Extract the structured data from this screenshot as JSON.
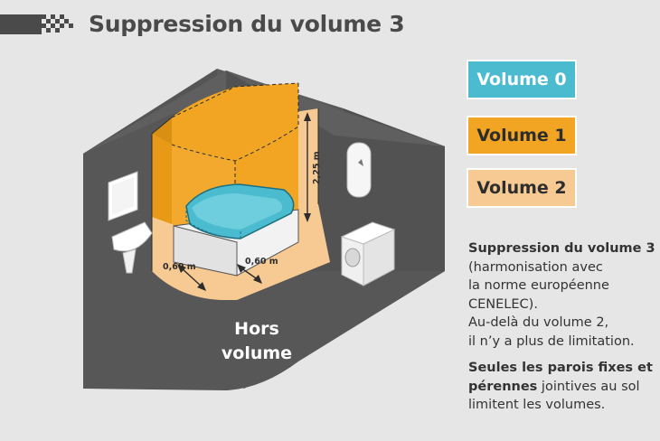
{
  "title": "Suppression du volume 3",
  "legend": [
    {
      "label": "Volume 0",
      "color": "#4bbcd0"
    },
    {
      "label": "Volume 1",
      "color": "#f1a523"
    },
    {
      "label": "Volume 2",
      "color": "#f8ca93"
    }
  ],
  "dimensions": {
    "height": "2,25 m",
    "side_left": "0,60 m",
    "side_front": "0,60 m"
  },
  "hors_volume": {
    "line1": "Hors",
    "line2": "volume"
  },
  "description": {
    "p1_bold": "Suppression du volume 3",
    "p1_lines": [
      "(harmonisation avec",
      "la norme européenne",
      "CENELEC).",
      "Au-delà du volume 2,",
      "il n’y a plus de limitation."
    ],
    "p2_bold1": "Seules les parois fixes et",
    "p2_bold2": "pérennes",
    "p2_rest1": " jointives au sol",
    "p2_rest2": "limitent les volumes."
  },
  "icons": [
    "sink-icon",
    "mirror-icon",
    "water-heater-icon",
    "washing-machine-icon",
    "bathtub-icon"
  ]
}
